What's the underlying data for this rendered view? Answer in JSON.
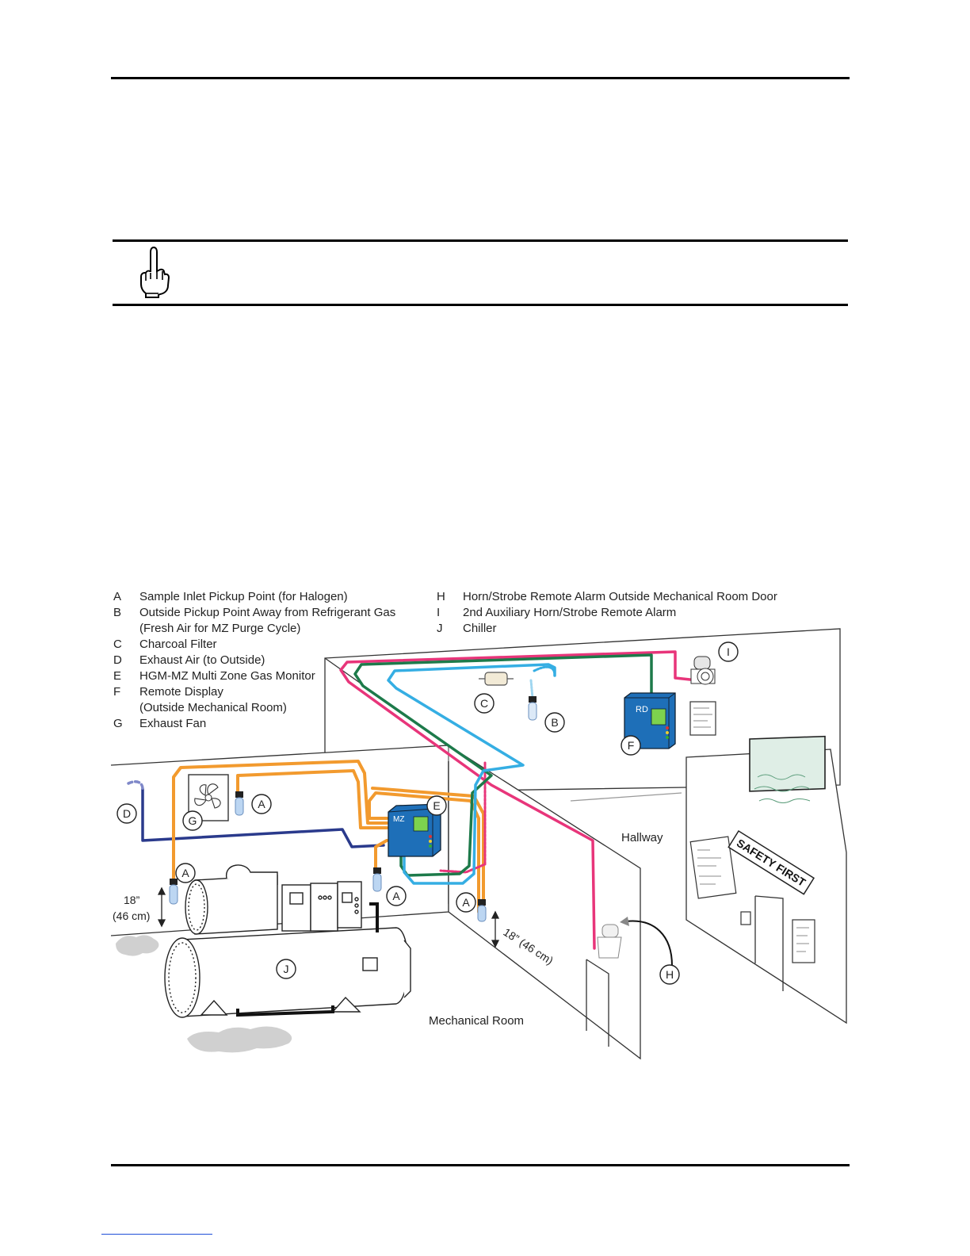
{
  "legend": {
    "left": [
      {
        "key": "A",
        "text": "Sample Inlet Pickup Point (for Halogen)"
      },
      {
        "key": "B",
        "text": "Outside Pickup Point Away from Refrigerant Gas"
      },
      {
        "key": "",
        "text": "(Fresh Air for MZ Purge Cycle)"
      },
      {
        "key": "C",
        "text": "Charcoal Filter"
      },
      {
        "key": "D",
        "text": "Exhaust Air (to Outside)"
      },
      {
        "key": "E",
        "text": "HGM-MZ Multi Zone Gas Monitor"
      },
      {
        "key": "F",
        "text": "Remote Display"
      },
      {
        "key": "",
        "text": "(Outside Mechanical Room)"
      },
      {
        "key": "G",
        "text": "Exhaust Fan"
      }
    ],
    "right": [
      {
        "key": "H",
        "text": "Horn/Strobe Remote Alarm Outside Mechanical Room Door"
      },
      {
        "key": "I",
        "text": "2nd Auxiliary Horn/Strobe Remote Alarm"
      },
      {
        "key": "J",
        "text": "Chiller"
      }
    ]
  },
  "diagram": {
    "labels": {
      "a": "A",
      "b": "B",
      "c": "C",
      "d": "D",
      "e": "E",
      "f": "F",
      "g": "G",
      "h": "H",
      "i": "I",
      "j": "J"
    },
    "mz_label": "MZ",
    "rd_label": "RD",
    "hallway": "Hallway",
    "mechanical_room": "Mechanical Room",
    "safety_sign": "SAFETY FIRST",
    "height_left_1": "18”",
    "height_left_2": "(46 cm)",
    "height_right": "18” (46 cm)"
  },
  "colors": {
    "orange": "#f29a2e",
    "pink": "#e8357a",
    "green": "#1d7a4a",
    "blue": "#35aee3",
    "navy": "#2a3a8c",
    "device": "#1e6fb8"
  }
}
